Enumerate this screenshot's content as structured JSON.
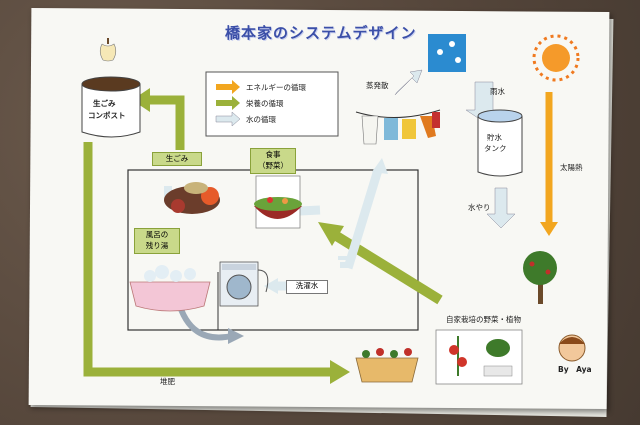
{
  "title": "橋本家のシステムデザイン",
  "legend": {
    "energy": "エネルギーの循環",
    "nutrient": "栄養の循環",
    "water": "水の循環"
  },
  "labels": {
    "compost_line1": "生ごみ",
    "compost_line2": "コンポスト",
    "food_scraps": "生ごみ",
    "meal_line1": "食事",
    "meal_line2": "（野菜）",
    "bath_line1": "風呂の",
    "bath_line2": "残り湯",
    "laundry_water": "洗濯水",
    "evaporation": "蒸発散",
    "rain": "雨水",
    "tank_line1": "貯水",
    "tank_line2": "タンク",
    "watering": "水やり",
    "solar_heat": "太陽熱",
    "home_garden": "自家栽培の野菜・植物",
    "compost_fertilizer": "堆肥",
    "credit": "By　Aya"
  },
  "colors": {
    "energy": "#f2a61f",
    "nutrient": "#9bb13a",
    "water": "#c9dde6",
    "title": "#3b4fa8"
  }
}
